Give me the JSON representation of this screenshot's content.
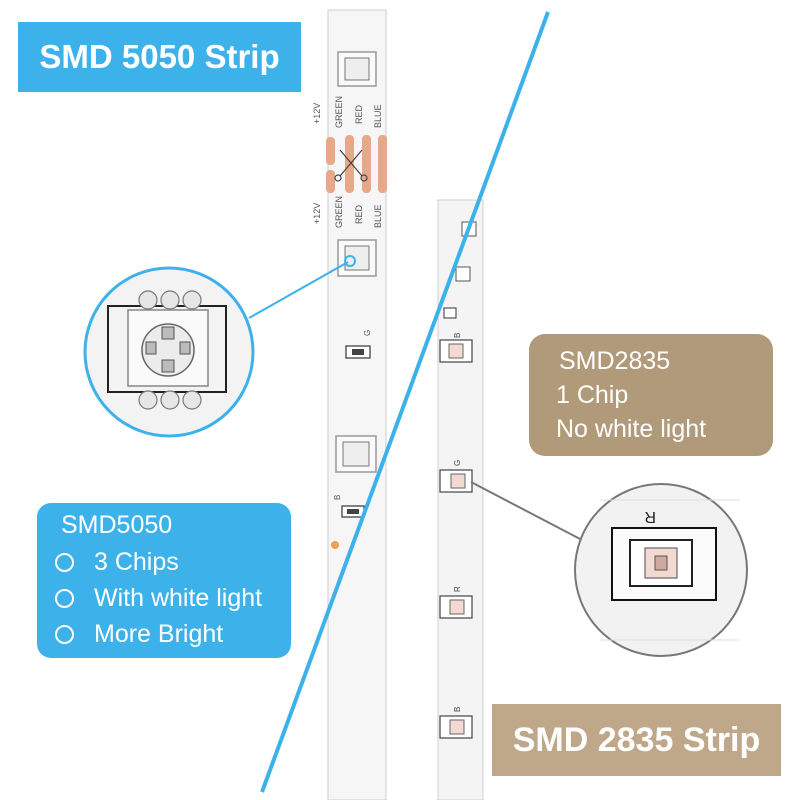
{
  "left": {
    "title": "SMD 5050 Strip",
    "info_title": "SMD5050",
    "features": [
      "3 Chips",
      "With white light",
      "More Bright"
    ],
    "pad_labels": [
      "+12V",
      "GREEN",
      "RED",
      "BLUE"
    ],
    "resistor_labels": [
      "G",
      "B"
    ]
  },
  "right": {
    "title": "SMD 2835 Strip",
    "info_lines": [
      "SMD2835",
      "1 Chip",
      "No white light"
    ],
    "chip_labels": [
      "B",
      "G",
      "R",
      "B"
    ],
    "zoom_label": "R"
  },
  "colors": {
    "blue_accent": "#3db2ea",
    "tan_box": "#b09a7a",
    "tan_title": "#bfa88a",
    "copper_pad": "#e8a98a"
  }
}
